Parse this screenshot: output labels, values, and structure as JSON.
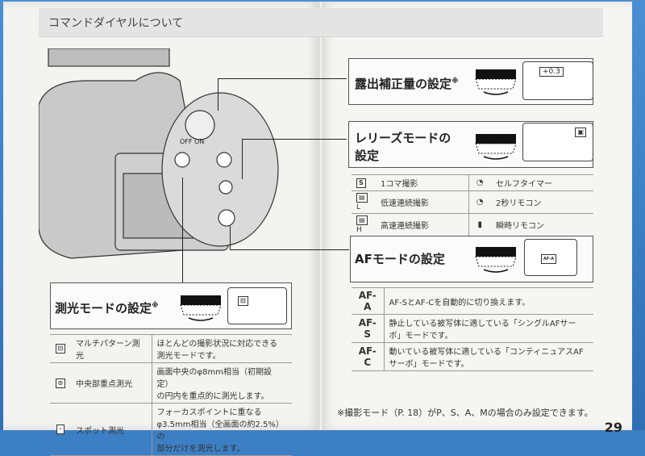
{
  "header": {
    "title": "コマンドダイヤルについて"
  },
  "exposure": {
    "title": "露出補正量の設定",
    "mark": "※",
    "lcd_text": "+0.3"
  },
  "release": {
    "title_line1": "レリーズモードの",
    "title_line2": "設定",
    "rows": [
      {
        "icon": "S",
        "label": "1コマ撮影",
        "icon2": "self-timer",
        "label2": "セルフタイマー"
      },
      {
        "icon": "L",
        "label": "低速連続撮影",
        "icon2": "remote-2s",
        "label2": "2秒リモコン"
      },
      {
        "icon": "H",
        "label": "高速連続撮影",
        "icon2": "remote-instant",
        "label2": "瞬時リモコン"
      }
    ]
  },
  "af": {
    "title": "AFモードの設定",
    "lcd_text": "AF-A",
    "rows": [
      {
        "code": "AF-A",
        "desc": "AF-SとAF-Cを自動的に切り換えます。"
      },
      {
        "code": "AF-S",
        "desc_line1": "静止している被写体に適している「シングルAFサー",
        "desc_line2": "ボ」モードです。"
      },
      {
        "code": "AF-C",
        "desc_line1": "動いている被写体に適している「コンティニュアスAF",
        "desc_line2": "サーボ」モードです。"
      }
    ]
  },
  "metering": {
    "title": "測光モードの設定",
    "mark": "※",
    "rows": [
      {
        "label": "マルチパターン測光",
        "desc_line1": "ほとんどの撮影状況に対応できる",
        "desc_line2": "測光モードです。"
      },
      {
        "label": "中央部重点測光",
        "desc_line1": "画面中央のφ8mm相当（初期設定）",
        "desc_line2": "の円内を重点的に測光します。"
      },
      {
        "label": "スポット測光",
        "desc_line1": "フォーカスポイントに重なる",
        "desc_line2": "φ3.5mm相当（全画面の約2.5%）の",
        "desc_line3": "部分だけを測光します。"
      }
    ]
  },
  "camera_labels": {
    "off_on": "OFF  ON"
  },
  "note": {
    "text": "※撮影モード（P. 18）がP、S、A、Mの場合のみ設定できます。"
  },
  "page_number": "29",
  "colors": {
    "background": "#3d7fc4",
    "paper": "#f3f3f1",
    "ink": "#2a2a2a"
  }
}
